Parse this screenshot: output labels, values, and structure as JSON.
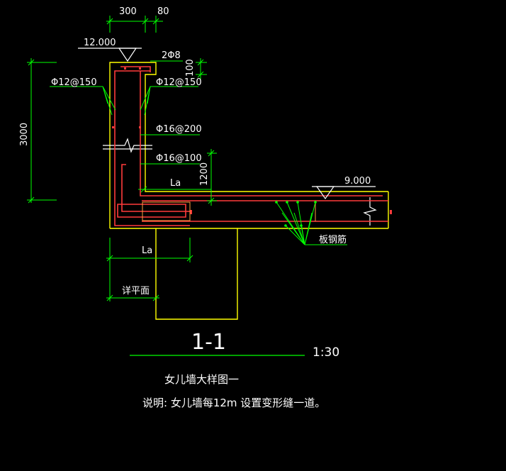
{
  "dimensions": {
    "width_300": "300",
    "width_80": "80",
    "height_100": "100",
    "height_3000": "3000",
    "height_1200": "1200",
    "la_upper": "La",
    "la_lower": "La"
  },
  "elevations": {
    "top": "12.000",
    "slab": "9.000"
  },
  "rebar_labels": {
    "top_bars": "2Φ8",
    "left_vert": "Φ12@150",
    "right_vert": "Φ12@150",
    "horiz_200": "Φ16@200",
    "horiz_100": "Φ16@100",
    "slab_bars": "板钢筋",
    "detail_ref": "详平面"
  },
  "title": {
    "section": "1-1",
    "scale": "1:30"
  },
  "notes": {
    "caption": "女儿墙大样图一",
    "description": "说明: 女儿墙每12m 设置变形缝一道。"
  },
  "colors": {
    "background": "#000000",
    "concrete": "#ffff00",
    "rebar": "#ff3b3b",
    "leader": "#00ff00",
    "dimension": "#00ff00",
    "text": "#ffffff"
  }
}
